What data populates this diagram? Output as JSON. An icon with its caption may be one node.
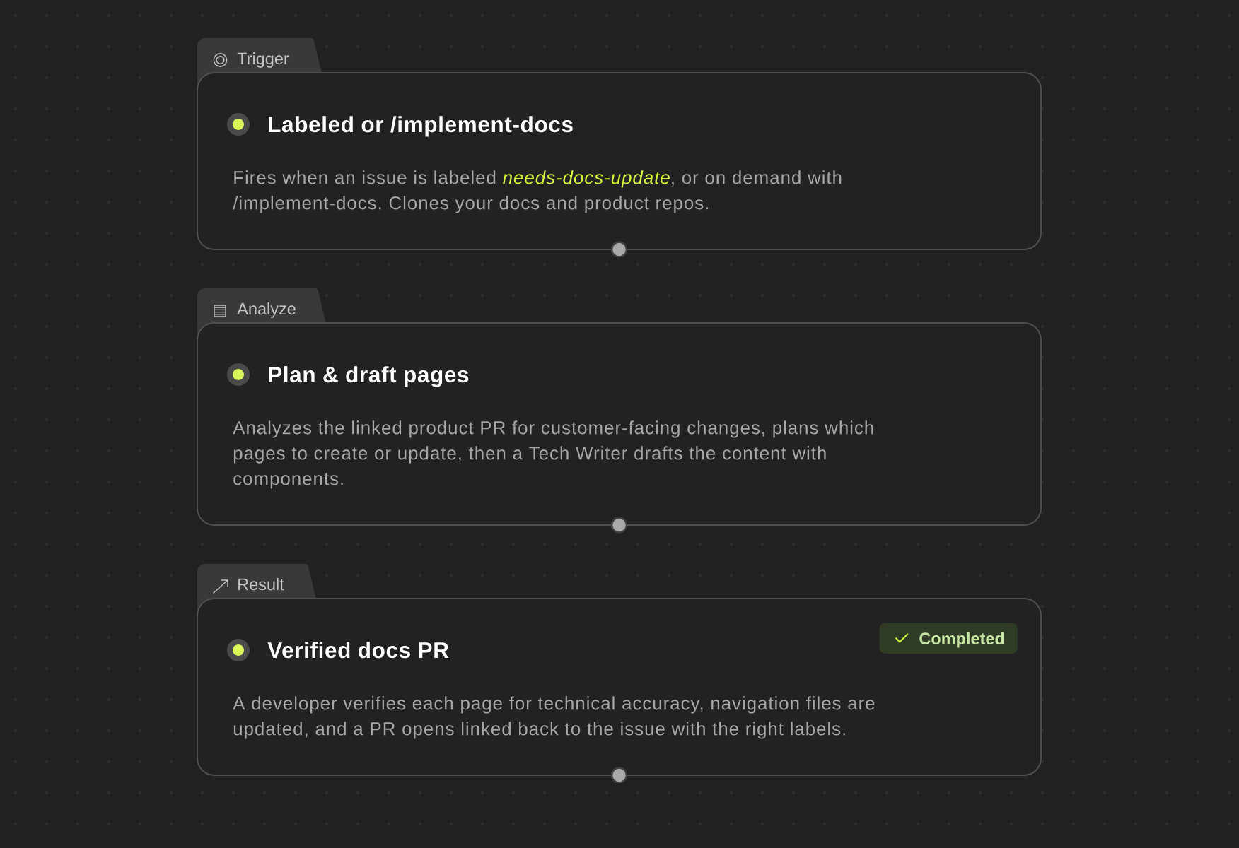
{
  "diagram": {
    "nodes": [
      {
        "text": [
          "Trigger",
          "Labeled or /implement-docs",
          "Fires when an issue is labeled *needs-docs-update*, or on demand with /implement-docs. Clones your docs and product repos."
        ]
      },
      {
        "text": [
          "Analyze",
          "Plan & draft pages",
          "Analyzes the linked product PR for customer-facing changes, plans which pages to create or update, then a Tech Writer drafts the content with components."
        ]
      },
      {
        "text": [
          "Result",
          "Verified docs PR",
          "A developer verifies each page for technical accuracy, navigation files are updated, and a PR opens linked back to the issue with the right labels."
        ]
      },
      {
        "text": [
          "Completed"
        ],
        "in": 2
      }
    ]
  }
}
